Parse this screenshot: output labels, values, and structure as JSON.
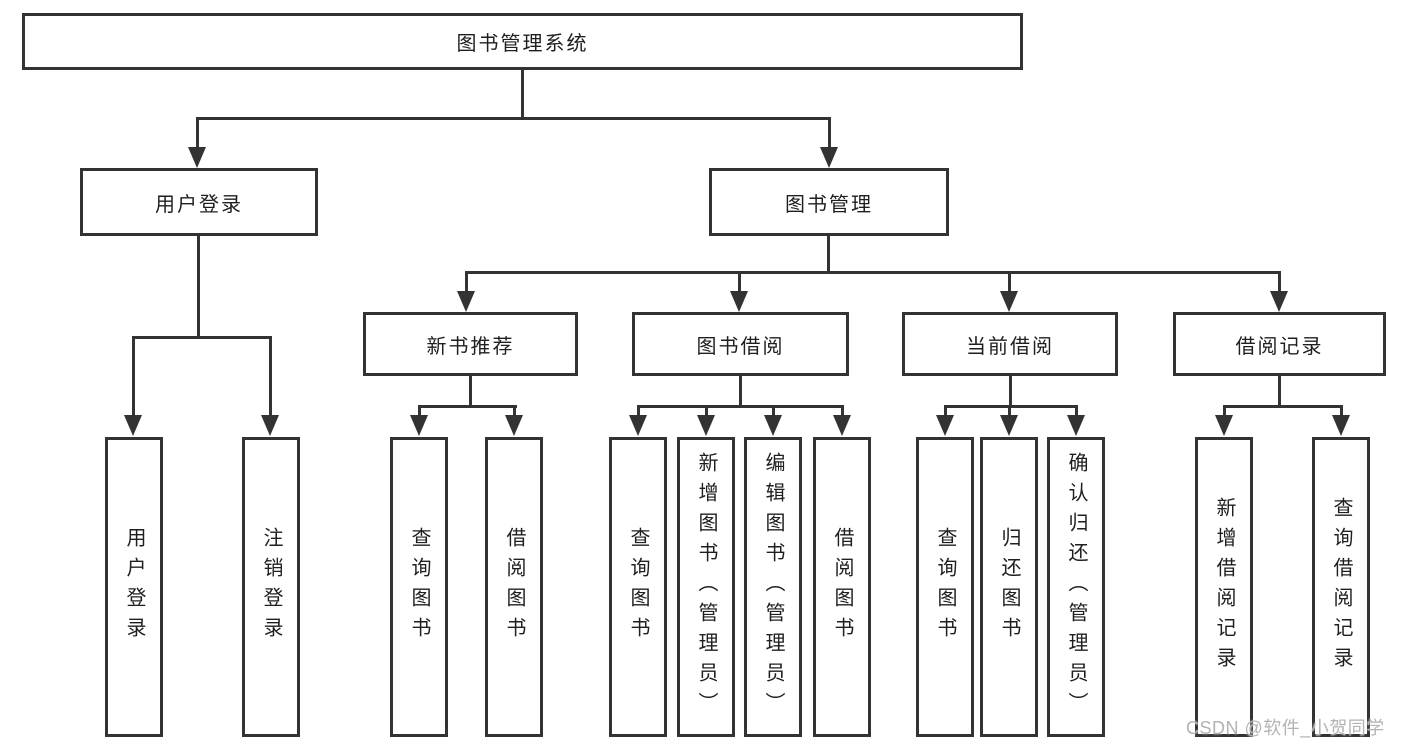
{
  "root": {
    "label": "图书管理系统"
  },
  "user_login": {
    "label": "用户登录",
    "children": [
      "用户登录",
      "注销登录"
    ]
  },
  "book_mgmt": {
    "label": "图书管理",
    "sections": [
      {
        "label": "新书推荐",
        "children": [
          "查询图书",
          "借阅图书"
        ]
      },
      {
        "label": "图书借阅",
        "children": [
          "查询图书",
          "新增图书（管理员）",
          "编辑图书（管理员）",
          "借阅图书"
        ]
      },
      {
        "label": "当前借阅",
        "children": [
          "查询图书",
          "归还图书",
          "确认归还（管理员）"
        ]
      },
      {
        "label": "借阅记录",
        "children": [
          "新增借阅记录",
          "查询借阅记录"
        ]
      }
    ]
  },
  "watermark": "CSDN @软件_小贺同学",
  "colors": {
    "line": "#333333",
    "text": "#1f1f1f",
    "watermark": "#b3b3b3",
    "background": "#ffffff"
  }
}
